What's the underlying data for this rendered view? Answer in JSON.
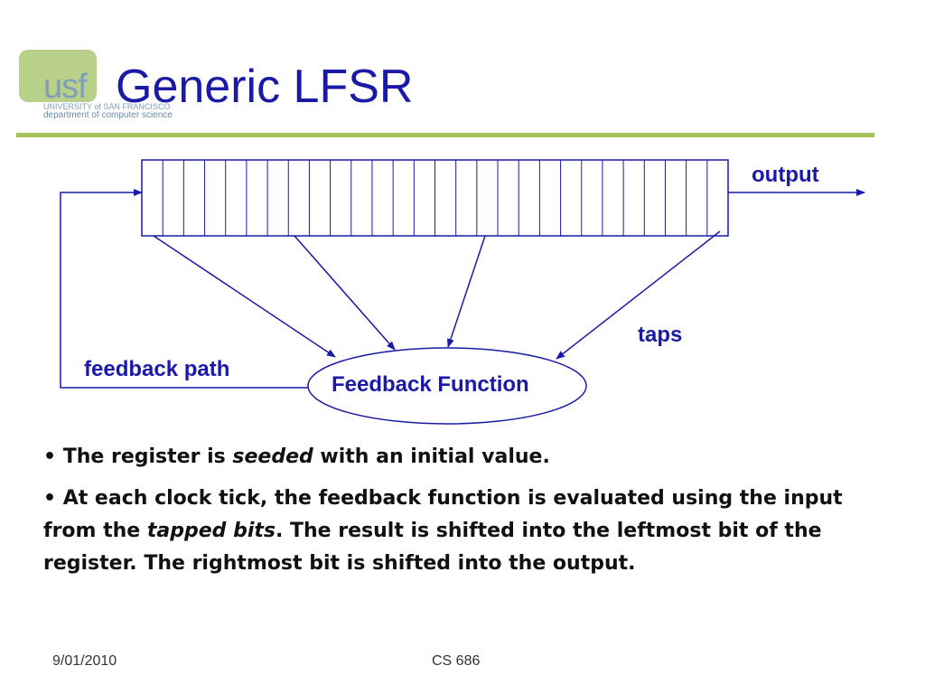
{
  "logo": {
    "mark": "usf",
    "university": "UNIVERSITY of SAN FRANCISCO",
    "department": "department of computer science"
  },
  "title": "Generic LFSR",
  "diagram": {
    "register_cells": 28,
    "labels": {
      "output": "output",
      "taps": "taps",
      "feedback_path": "feedback path",
      "feedback_function": "Feedback Function"
    }
  },
  "bullets": {
    "b1": {
      "pre": "The register is ",
      "em": "seeded",
      "post": " with an initial value."
    },
    "b2": {
      "pre": "At each clock tick, the feedback function is evaluated using the input from the ",
      "em": "tapped bits",
      "post": ". The result is shifted into the leftmost bit of the register. The rightmost bit is shifted into the output."
    }
  },
  "footer": {
    "date": "9/01/2010",
    "course": "CS 686"
  },
  "colors": {
    "accent_blue": "#1a1aa6",
    "rule_green": "#a3c35a",
    "logo_green": "#b9d08a"
  }
}
